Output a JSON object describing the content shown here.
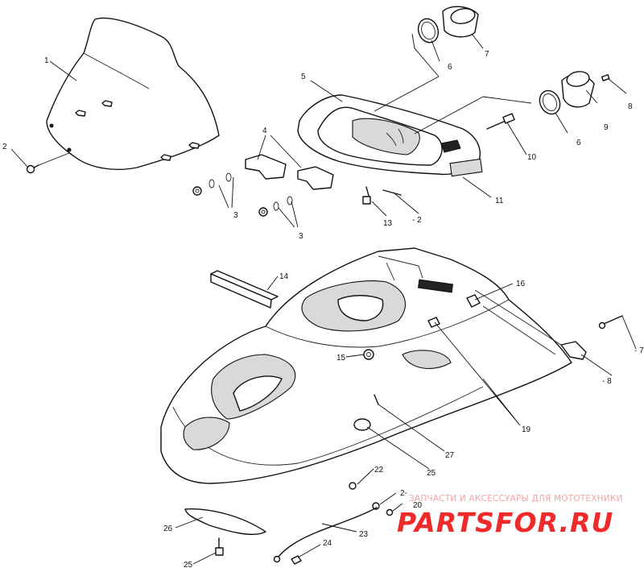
{
  "callouts": [
    {
      "id": "c1",
      "text": "1"
    },
    {
      "id": "c2a",
      "text": "2"
    },
    {
      "id": "c3a",
      "text": "3"
    },
    {
      "id": "c3b",
      "text": "3"
    },
    {
      "id": "c4",
      "text": "4"
    },
    {
      "id": "c5",
      "text": "5"
    },
    {
      "id": "c6a",
      "text": "6"
    },
    {
      "id": "c6b",
      "text": "6"
    },
    {
      "id": "c7",
      "text": "7"
    },
    {
      "id": "c8",
      "text": "8"
    },
    {
      "id": "c9",
      "text": "9"
    },
    {
      "id": "c10",
      "text": "10"
    },
    {
      "id": "c11",
      "text": "11"
    },
    {
      "id": "c12",
      "text": "- 2"
    },
    {
      "id": "c13",
      "text": "13"
    },
    {
      "id": "c14",
      "text": "14"
    },
    {
      "id": "c15",
      "text": "15"
    },
    {
      "id": "c16",
      "text": "16"
    },
    {
      "id": "c17",
      "text": "- 7"
    },
    {
      "id": "c18",
      "text": "- 8"
    },
    {
      "id": "c19",
      "text": "19"
    },
    {
      "id": "c20",
      "text": "20"
    },
    {
      "id": "c21",
      "text": "2-"
    },
    {
      "id": "c22",
      "text": "22"
    },
    {
      "id": "c23",
      "text": "23"
    },
    {
      "id": "c24",
      "text": "24"
    },
    {
      "id": "c25a",
      "text": "25"
    },
    {
      "id": "c25b",
      "text": "25"
    },
    {
      "id": "c26",
      "text": "26"
    },
    {
      "id": "c27",
      "text": "27"
    }
  ],
  "watermark": {
    "caption": "ЗАПЧАСТИ И АКСЕССУАРЫ ДЛЯ МОТОТЕХНИКИ",
    "logo": "PARTSFOR.RU"
  }
}
